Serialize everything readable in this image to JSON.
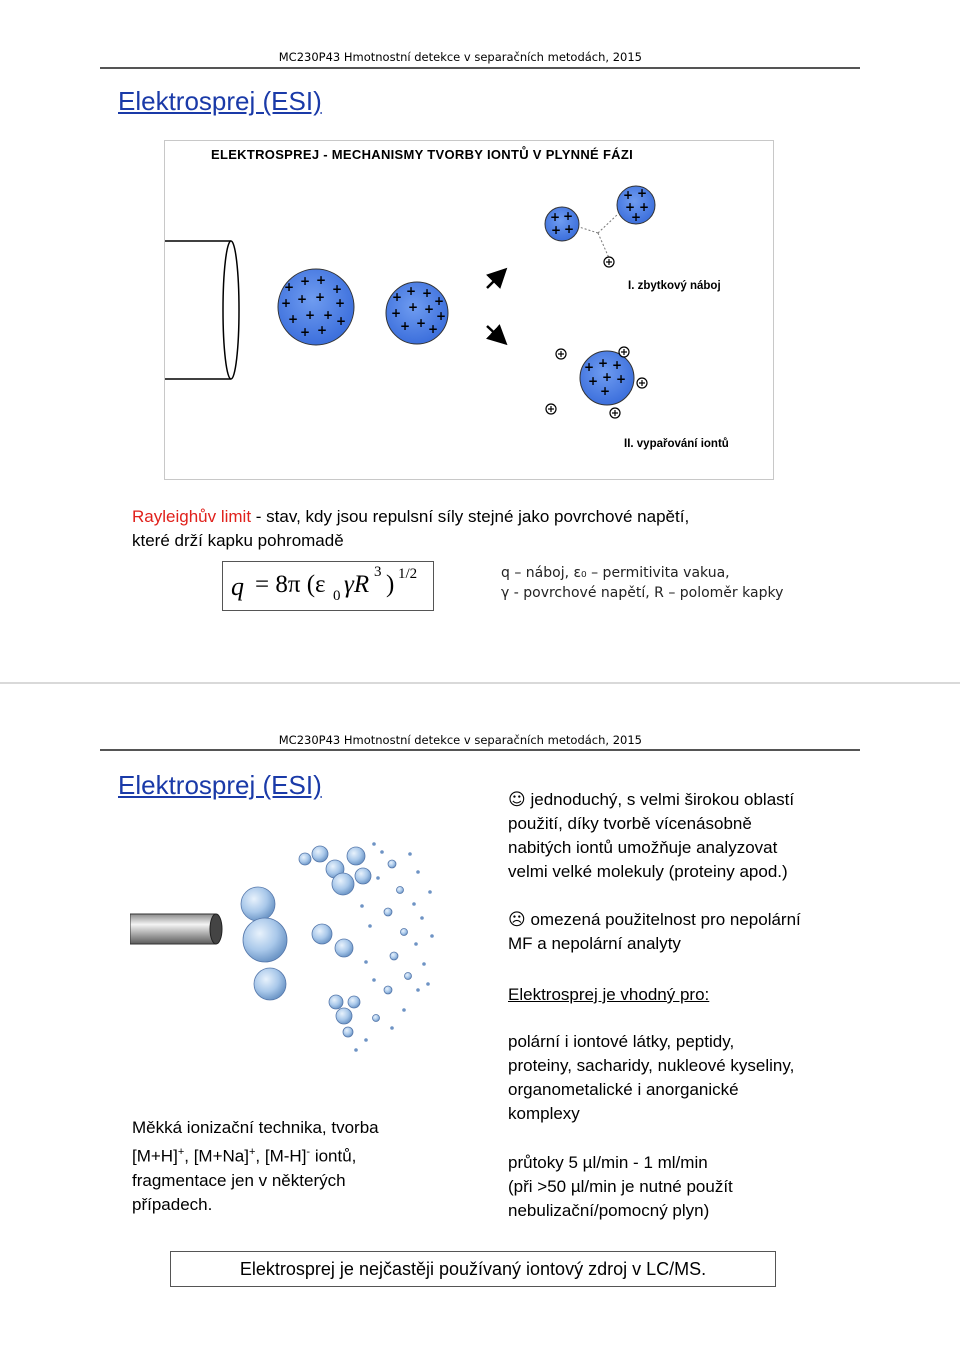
{
  "slide1": {
    "header": "MC230P43  Hmotnostní detekce v separačních metodách, 2015",
    "title": "Elektrosprej (ESI)",
    "figure": {
      "title": "ELEKTROSPREJ - MECHANISMY TVORBY IONTŮ V PLYNNÉ FÁZI",
      "label_1": "I. zbytkový náboj",
      "label_2": "II. vypařování iontů",
      "plus": "+"
    },
    "rayleigh": {
      "term": "Rayleighův limit",
      "line1_rest": " - stav, kdy jsou repulsní síly stejné jako povrchové napětí,",
      "line2": "které drží kapku pohromadě"
    },
    "formula": {
      "q": "q",
      "eq": "= 8π (ε",
      "sub0": "0",
      "gR": "γR",
      "sup3": "3",
      "close": ")",
      "sup_half": "1/2"
    },
    "legend": {
      "line1": "q – náboj, ε₀ – permitivita vakua,",
      "line2": "γ - povrchové napětí, R – poloměr kapky"
    }
  },
  "slide2": {
    "header": "MC230P43  Hmotnostní detekce v separačních metodách, 2015",
    "title": "Elektrosprej (ESI)",
    "pro": {
      "icon": "☺",
      "lines": [
        "jednoduchý, s velmi širokou oblastí",
        "použití, díky tvorbě vícenásobně",
        "nabitých iontů umožňuje analyzovat",
        "velmi velké molekuly (proteiny apod.)"
      ]
    },
    "con": {
      "icon": "☹",
      "lines": [
        "omezená použitelnost pro nepolární",
        "MF a nepolární analyty"
      ]
    },
    "suitable_heading": "Elektrosprej je vhodný pro:",
    "suitable_lines": [
      "polární i iontové látky, peptidy,",
      "proteiny, sacharidy, nukleové kyseliny,",
      "organometalické i anorganické",
      "komplexy"
    ],
    "flow_lines": [
      "průtoky 5 µl/min  - 1 ml/min",
      "(při >50 µl/min je nutné použít",
      "nebulizační/pomocný plyn)"
    ],
    "soft": {
      "line1": "Měkká ionizační technika, tvorba",
      "ion1": "[M+H]",
      "sup1": "+",
      "sep1": ", ",
      "ion2": "[M+Na]",
      "sup2": "+",
      "sep2": ", ",
      "ion3": "[M-H]",
      "sup3": "-",
      "tail": " iontů,",
      "line3": "fragmentace jen v některých",
      "line4": "případech."
    },
    "bottom": "Elektrosprej je nejčastěji používaný iontový zdroj v LC/MS."
  }
}
